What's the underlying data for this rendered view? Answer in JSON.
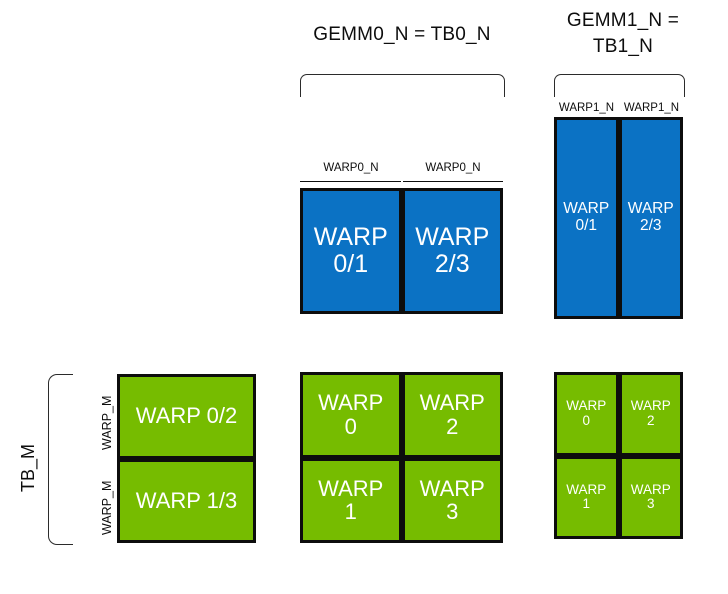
{
  "diagram": {
    "title_gemm0": "GEMM0_N = TB0_N",
    "title_gemm1": "GEMM1_N =\nTB1_N",
    "label_tb_m": "TB_M",
    "colors": {
      "blue": "#0b72c4",
      "green": "#76bc00",
      "outline": "#0d0d0d",
      "background": "#ffffff"
    },
    "gemm0_blue": {
      "tick_labels": [
        "WARP0_N",
        "WARP0_N"
      ],
      "cells": [
        "WARP\n0/1",
        "WARP\n2/3"
      ]
    },
    "gemm1_blue": {
      "tick_labels": [
        "WARP1_N",
        "WARP1_N"
      ],
      "cells": [
        "WARP\n0/1",
        "WARP\n2/3"
      ]
    },
    "left_green": {
      "row_labels": [
        "WARP_M",
        "WARP_M"
      ],
      "cells": [
        "WARP 0/2",
        "WARP 1/3"
      ]
    },
    "middle_green": {
      "cells": [
        [
          "WARP\n0",
          "WARP\n2"
        ],
        [
          "WARP\n1",
          "WARP\n3"
        ]
      ]
    },
    "right_green": {
      "cells": [
        [
          "WARP\n0",
          "WARP\n2"
        ],
        [
          "WARP\n1",
          "WARP\n3"
        ]
      ]
    }
  }
}
